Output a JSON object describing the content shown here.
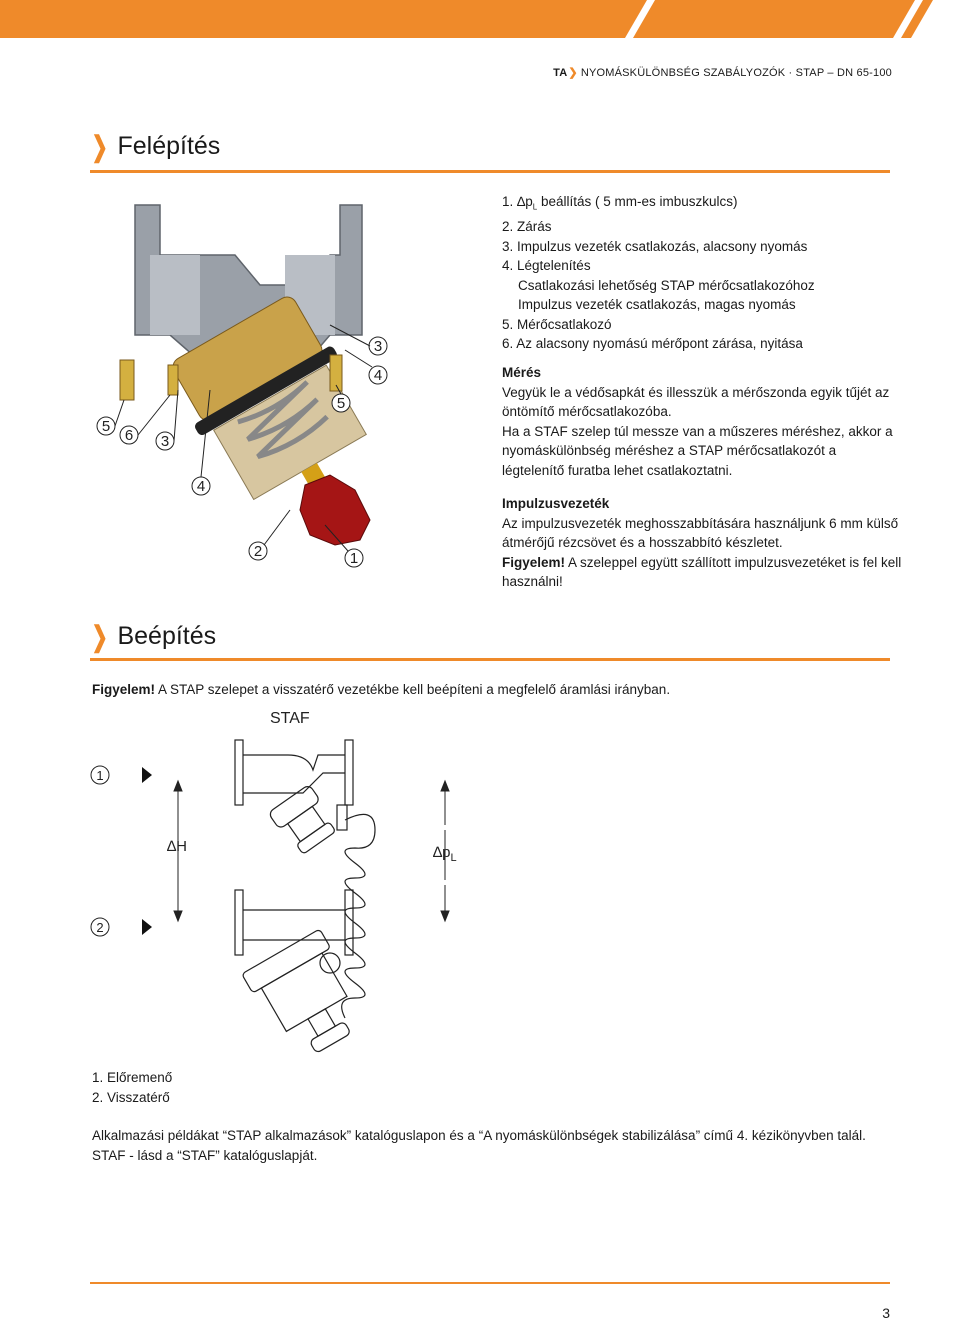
{
  "header": {
    "brand": "TA",
    "text": "NYOMÁSKÜLÖNBSÉG SZABÁLYOZÓK · STAP – DN 65-100"
  },
  "section1": {
    "title": "Felépítés"
  },
  "parts": {
    "p1_pre": "1. ",
    "p1_delta": "∆p",
    "p1_sub": "L",
    "p1_post": " beállítás ( 5 mm-es imbuszkulcs)",
    "p2": "2. Zárás",
    "p3": "3. Impulzus vezeték csatlakozás, alacsony nyomás",
    "p4": "4. Légtelenítés",
    "p4a": "Csatlakozási lehetőség STAP mérőcsatlakozóhoz",
    "p4b": "Impulzus vezeték csatlakozás, magas nyomás",
    "p5": "5. Mérőcsatlakozó",
    "p6": "6. Az alacsony nyomású mérőpont zárása, nyitása"
  },
  "measurement": {
    "title": "Mérés",
    "text1": "Vegyük le a védősapkát és illesszük a mérőszonda egyik tűjét az öntömítő mérőcsatlakozóba.",
    "text2": "Ha a STAF szelep túl messze van a műszeres méréshez, akkor a nyomáskülönbség méréshez a STAP mérőcsatlakozót a légtelenítő furatba lehet csatlakoztatni."
  },
  "impulse": {
    "title": "Impulzusvezeték",
    "text": "Az impulzusvezeték meghosszabbítására használjunk 6 mm külső átmérőjű rézcsövet és a hosszabbító készletet.",
    "warn_label": "Figyelem!",
    "warn_text": " A szeleppel együtt szállított impulzusvezetéket is fel kell használni!"
  },
  "valve_labels": [
    "5",
    "6",
    "3",
    "4",
    "2",
    "1",
    "5",
    "4",
    "3"
  ],
  "section2": {
    "title": "Beépítés"
  },
  "install": {
    "warn_label": "Figyelem!",
    "warn_text": " A STAP szelepet a visszatérő vezetékbe kell beépíteni a megfelelő áramlási irányban."
  },
  "diagram": {
    "staf": "STAF",
    "node1": "1",
    "node2": "2",
    "dh": "∆H",
    "dp": "∆p",
    "dp_sub": "L"
  },
  "legend": {
    "l1": "1. Előremenő",
    "l2": "2. Visszatérő"
  },
  "footer": {
    "line1": "Alkalmazási példákat “STAP alkalmazások” katalóguslapon és a “A nyomáskülönbségek stabilizálása” című 4. kézikönyvben talál.",
    "line2": "STAF - lásd a “STAF” katalóguslapját."
  },
  "page_number": "3",
  "colors": {
    "accent": "#ef8a2a",
    "text": "#1a1a1a"
  }
}
